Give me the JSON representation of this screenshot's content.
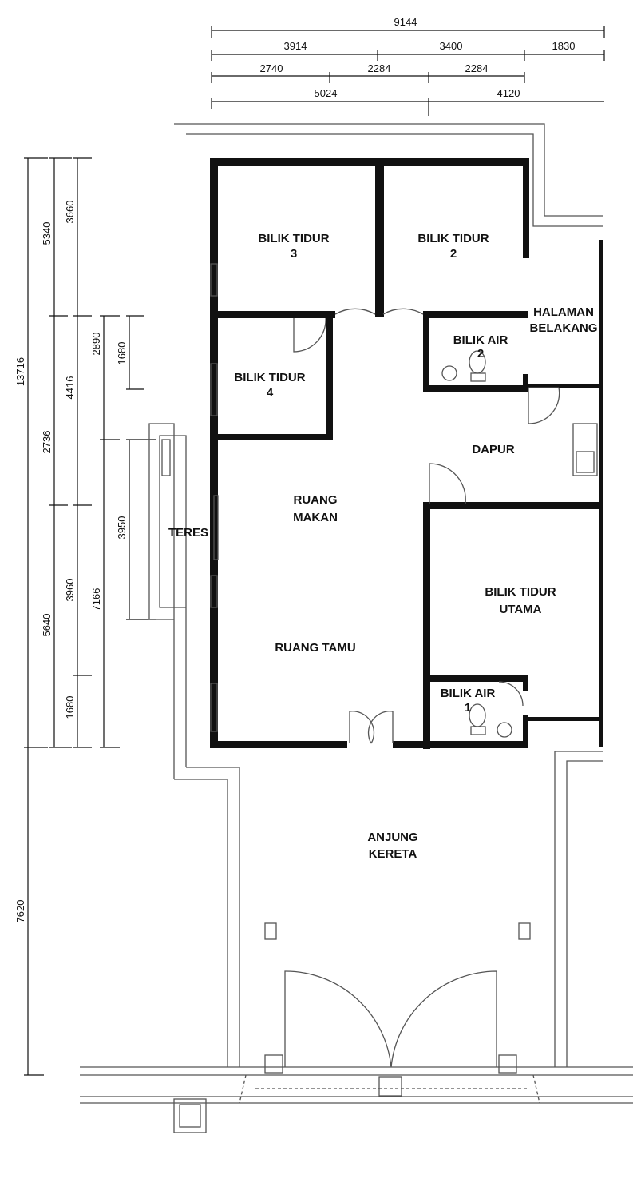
{
  "dimensions": {
    "top": [
      "9144",
      "3914",
      "3400",
      "1830",
      "2740",
      "2284",
      "2284",
      "5024",
      "4120"
    ],
    "left": [
      "13716",
      "5340",
      "3660",
      "2736",
      "4416",
      "2890",
      "1680",
      "3950",
      "3960",
      "5640",
      "7166",
      "1680",
      "7620"
    ]
  },
  "rooms": {
    "bilik_tidur_3": [
      "BILIK TIDUR",
      "3"
    ],
    "bilik_tidur_2": [
      "BILIK TIDUR",
      "2"
    ],
    "halaman_belakang": [
      "HALAMAN",
      "BELAKANG"
    ],
    "bilik_air_2": [
      "BILIK AIR",
      "2"
    ],
    "bilik_tidur_4": [
      "BILIK TIDUR",
      "4"
    ],
    "dapur": "DAPUR",
    "ruang_makan": [
      "RUANG",
      "MAKAN"
    ],
    "teres": "TERES",
    "bilik_tidur_utama": [
      "BILIK TIDUR",
      "UTAMA"
    ],
    "ruang_tamu": "RUANG TAMU",
    "bilik_air_1": [
      "BILIK AIR",
      "1"
    ],
    "anjung_kereta": [
      "ANJUNG",
      "KERETA"
    ]
  }
}
